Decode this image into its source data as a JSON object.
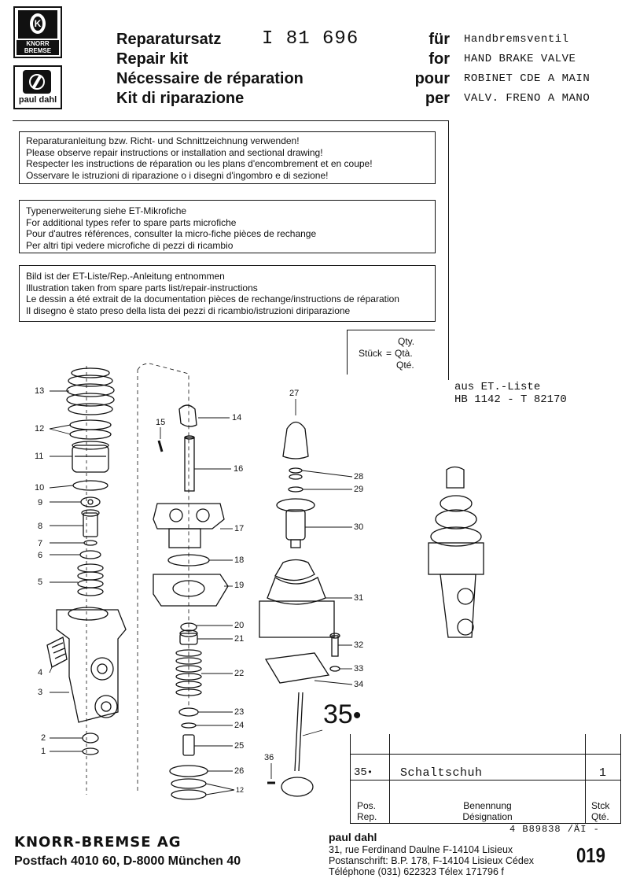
{
  "header": {
    "title_de": "Reparatursatz",
    "title_en": "Repair kit",
    "title_fr": "Nécessaire de réparation",
    "title_it": "Kit di riparazione",
    "kit_number": "I 81 696",
    "prep_de": "für",
    "prep_en": "for",
    "prep_fr": "pour",
    "prep_it": "per",
    "product_de": "Handbremsventil",
    "product_en": "HAND BRAKE VALVE",
    "product_fr": "ROBINET CDE A MAIN",
    "product_it": "VALV. FRENO A MANO"
  },
  "logos": {
    "knorr_line1": "KNORR",
    "knorr_line2": "BREMSE",
    "paul_dahl": "paul dahl"
  },
  "notices": [
    [
      "Reparaturanleitung bzw. Richt- und Schnittzeichnung verwenden!",
      "Please observe repair instructions or installation and sectional drawing!",
      "Respecter les instructions de réparation ou les plans d'encombrement et en coupe!",
      "Osservare le istruzioni di riparazione o i disegni d'ingombro e di sezione!"
    ],
    [
      "Typenerweiterung siehe ET-Mikrofiche",
      "For additional types refer to spare parts microfiche",
      "Pour d'autres références, consulter la micro-fiche pièces de rechange",
      "Per altri tipi vedere microfiche di pezzi di ricambio"
    ],
    [
      "Bild ist der ET-Liste/Rep.-Anleitung entnommen",
      "Illustration taken from spare parts list/repair-instructions",
      "Le dessin a été extrait de la documentation pièces de rechange/instructions de réparation",
      "Il disegno è stato preso della lista dei pezzi di ricambio/istruzioni diriparazione"
    ]
  ],
  "qty_box": {
    "stueck": "Stück",
    "eq": "=",
    "qty": "Qty.",
    "qta": "Qtà.",
    "qte": "Qté."
  },
  "source_note": {
    "line1": "aus ET.-Liste",
    "line2": "HB 1142 - T 82170"
  },
  "big_label": "35",
  "bom": {
    "row": {
      "pos": "35",
      "designation": "Schaltschuh",
      "qty": "1"
    },
    "head_pos1": "Pos.",
    "head_pos2": "Rep.",
    "head_des1": "Benennung",
    "head_des2": "Désignation",
    "head_qty1": "Stck",
    "head_qty2": "Qté."
  },
  "doc_code": "4 B89838 /ÄI -",
  "page_number": "019",
  "footer": {
    "company": "KNORR-BREMSE AG",
    "address": "Postfach 4010 60, D-8000 München 40",
    "pd_name": "paul dahl",
    "pd_line1": "31, rue Ferdinand Daulne F-14104 Lisieux",
    "pd_line2": "Postanschrift: B.P. 178, F-14104 Lisieux Cédex",
    "pd_line3": "Téléphone (031) 622323 Télex 171796 f"
  },
  "parts": {
    "p1": "1",
    "p2": "2",
    "p3": "3",
    "p4": "4",
    "p5": "5",
    "p6": "6",
    "p7": "7",
    "p8": "8",
    "p9": "9",
    "p10": "10",
    "p11": "11",
    "p12": "12",
    "p13": "13",
    "p14": "14",
    "p15": "15",
    "p16": "16",
    "p17": "17",
    "p18": "18",
    "p19": "19",
    "p20": "20",
    "p21": "21",
    "p22": "22",
    "p23": "23",
    "p24": "24",
    "p25": "25",
    "p26": "26",
    "p27": "27",
    "p28": "28",
    "p29": "29",
    "p30": "30",
    "p31": "31",
    "p32": "32",
    "p33": "33",
    "p34": "34",
    "p36": "36"
  }
}
